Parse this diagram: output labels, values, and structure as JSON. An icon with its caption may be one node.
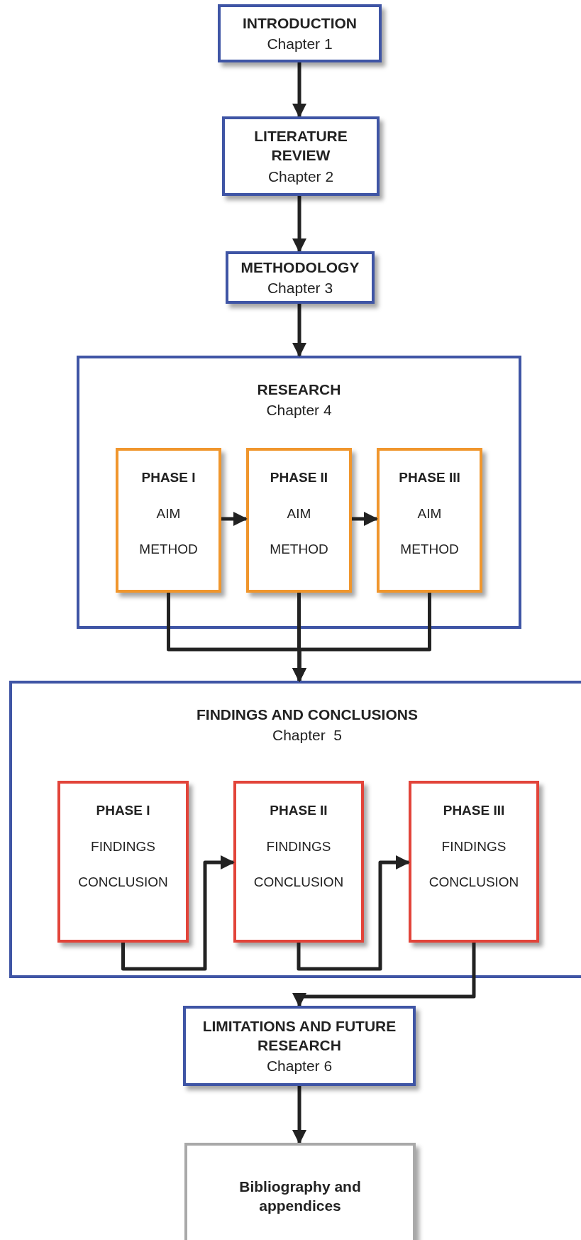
{
  "diagram": {
    "nodes": [
      {
        "text": [
          "INTRODUCTION",
          "Chapter 1"
        ]
      },
      {
        "text": [
          "LITERATURE REVIEW",
          "Chapter 2"
        ]
      },
      {
        "text": [
          "METHODOLOGY",
          "Chapter 3"
        ]
      },
      {
        "text": [
          "RESEARCH",
          "Chapter 4"
        ]
      },
      {
        "text": [
          "PHASE I",
          "AIM",
          "METHOD"
        ],
        "in": 3
      },
      {
        "text": [
          "PHASE II",
          "AIM",
          "METHOD"
        ],
        "in": 3
      },
      {
        "text": [
          "PHASE III",
          "AIM",
          "METHOD"
        ],
        "in": 3
      },
      {
        "text": [
          "FINDINGS AND CONCLUSIONS",
          "Chapter  5"
        ]
      },
      {
        "text": [
          "PHASE I",
          "FINDINGS",
          "CONCLUSION"
        ],
        "in": 7
      },
      {
        "text": [
          "PHASE II",
          "FINDINGS",
          "CONCLUSION"
        ],
        "in": 7
      },
      {
        "text": [
          "PHASE III",
          "FINDINGS",
          "CONCLUSION"
        ],
        "in": 7
      },
      {
        "text": [
          "LIMITATIONS AND FUTURE RESEARCH",
          "Chapter 6"
        ]
      },
      {
        "text": [
          "Bibliography and appendices"
        ]
      }
    ],
    "edges": [
      {
        "from": 0,
        "to": 1,
        "arrow": "to"
      },
      {
        "from": 1,
        "to": 2,
        "arrow": "to"
      },
      {
        "from": 2,
        "to": 3,
        "arrow": "to"
      },
      {
        "from": 4,
        "to": 5,
        "arrow": "to"
      },
      {
        "from": 5,
        "to": 6,
        "arrow": "to"
      },
      {
        "from": 4,
        "to": 7,
        "arrow": "to"
      },
      {
        "from": 5,
        "to": 7,
        "arrow": "to"
      },
      {
        "from": 6,
        "to": 7,
        "arrow": "to"
      },
      {
        "from": 8,
        "to": 9,
        "arrow": "to"
      },
      {
        "from": 9,
        "to": 10,
        "arrow": "to"
      },
      {
        "from": 10,
        "to": 11,
        "arrow": "to"
      },
      {
        "from": 11,
        "to": 12,
        "arrow": "to"
      }
    ]
  }
}
